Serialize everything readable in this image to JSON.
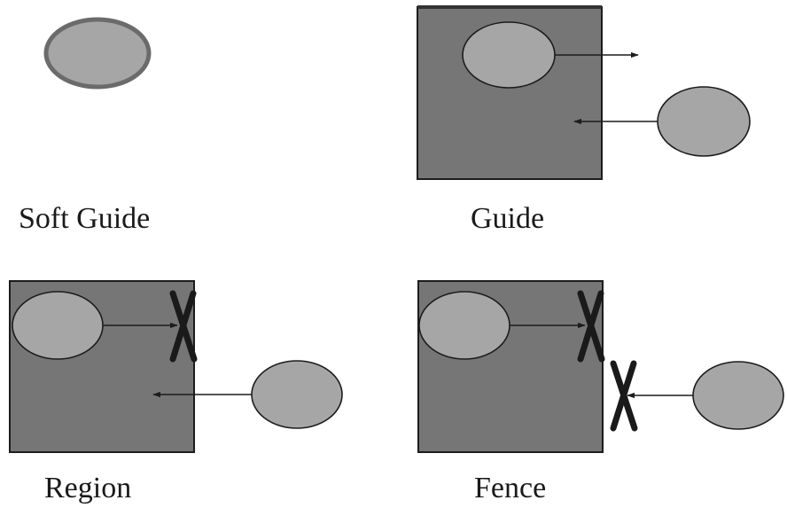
{
  "panels": [
    {
      "id": "soft-guide",
      "caption": "Soft Guide"
    },
    {
      "id": "guide",
      "caption": "Guide"
    },
    {
      "id": "region",
      "caption": "Region"
    },
    {
      "id": "fence",
      "caption": "Fence"
    }
  ],
  "colors": {
    "region_fill": "#767676",
    "cell_fill": "#a6a6a6",
    "outline": "#1c1c1c",
    "soft_cell_stroke": "#6b6b6b",
    "caption": "#1a1a1a"
  },
  "icons": {
    "arrow": "arrow-icon",
    "blocked": "blocked-x-icon"
  }
}
